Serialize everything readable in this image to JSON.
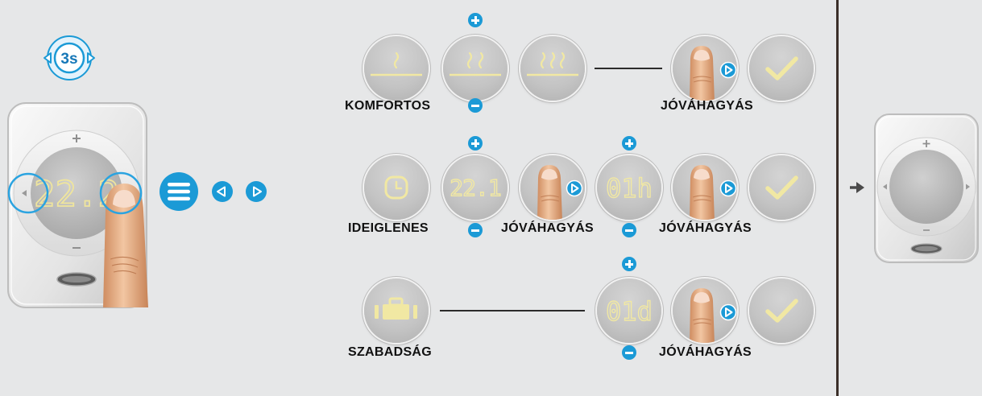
{
  "hint": {
    "hold_time": "3s"
  },
  "device_start": {
    "display_value": "22.2"
  },
  "rows": [
    {
      "mode_label": "KOMFORTOS",
      "confirm_label": "JÓVÁHAGYÁS"
    },
    {
      "mode_label": "IDEIGLENES",
      "temperature_value": "22.1",
      "temperature_confirm_label": "JÓVÁHAGYÁS",
      "duration_value": "01h",
      "confirm_label": "JÓVÁHAGYÁS"
    },
    {
      "mode_label": "SZABADSÁG",
      "duration_value": "01d",
      "confirm_label": "JÓVÁHAGYÁS"
    }
  ],
  "icons": {
    "start": [
      "hold-3s-icon",
      "menu-icon",
      "arrow-left-icon",
      "arrow-right-icon",
      "finger-icon"
    ],
    "row_comfort": [
      "heat-level-1-icon",
      "heat-level-2-icon",
      "heat-level-3-icon",
      "finger-icon",
      "check-icon",
      "plus-icon",
      "minus-icon"
    ],
    "row_temporary": [
      "clock-icon",
      "finger-icon",
      "check-icon",
      "plus-icon",
      "minus-icon"
    ],
    "row_holiday": [
      "suitcase-icon",
      "finger-icon",
      "check-icon",
      "plus-icon",
      "minus-icon"
    ],
    "result": [
      "right-arrow-icon"
    ]
  },
  "colors": {
    "background": "#e6e7e8",
    "accent_blue": "#1b9ad6",
    "icon_yellow": "#f1e8a3",
    "button_grey": "#c4c4c4",
    "divider": "#3b2f29",
    "label_text": "#111111"
  }
}
